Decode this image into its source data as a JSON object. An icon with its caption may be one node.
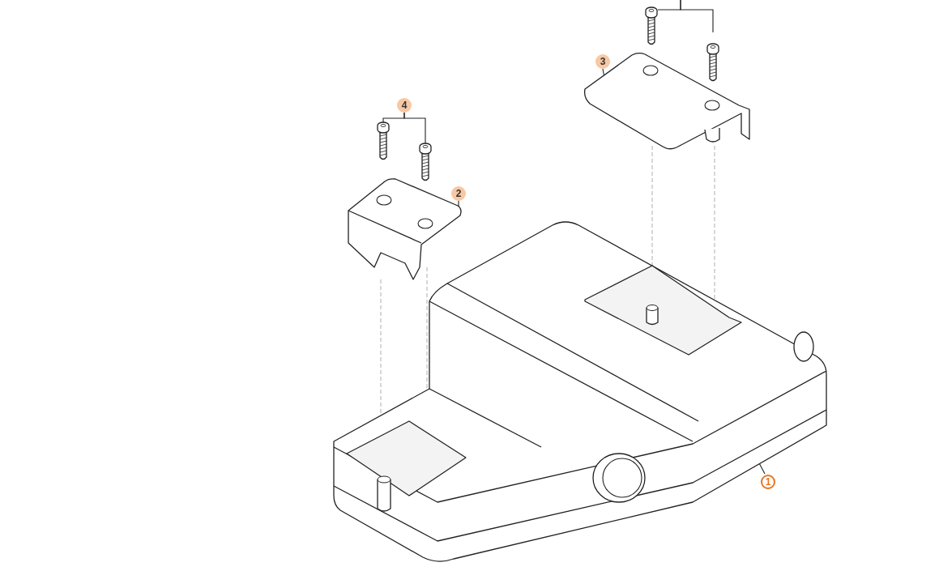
{
  "diagram": {
    "nodes": [
      {
        "text": [
          "1"
        ]
      },
      {
        "text": [],
        "shape": "picture"
      },
      {
        "text": [
          "2"
        ]
      },
      {
        "text": [],
        "shape": "picture"
      },
      {
        "text": [
          "3"
        ]
      },
      {
        "text": [],
        "shape": "picture"
      },
      {
        "text": [
          "4"
        ]
      },
      {
        "text": [],
        "shape": "picture"
      },
      {
        "text": [],
        "shape": "picture"
      },
      {
        "text": [],
        "shape": "picture"
      },
      {
        "text": [],
        "shape": "picture"
      }
    ],
    "edges": [
      {
        "from": 0,
        "to": 1,
        "arrow": "none"
      },
      {
        "from": 2,
        "to": 3,
        "arrow": "none"
      },
      {
        "from": 4,
        "to": 5,
        "arrow": "none"
      },
      {
        "from": 6,
        "to": 7,
        "arrow": "none"
      },
      {
        "from": 6,
        "to": 8,
        "arrow": "none"
      },
      {
        "from": null,
        "to": 9,
        "arrow": "none"
      },
      {
        "from": null,
        "to": 10,
        "arrow": "none"
      }
    ]
  }
}
